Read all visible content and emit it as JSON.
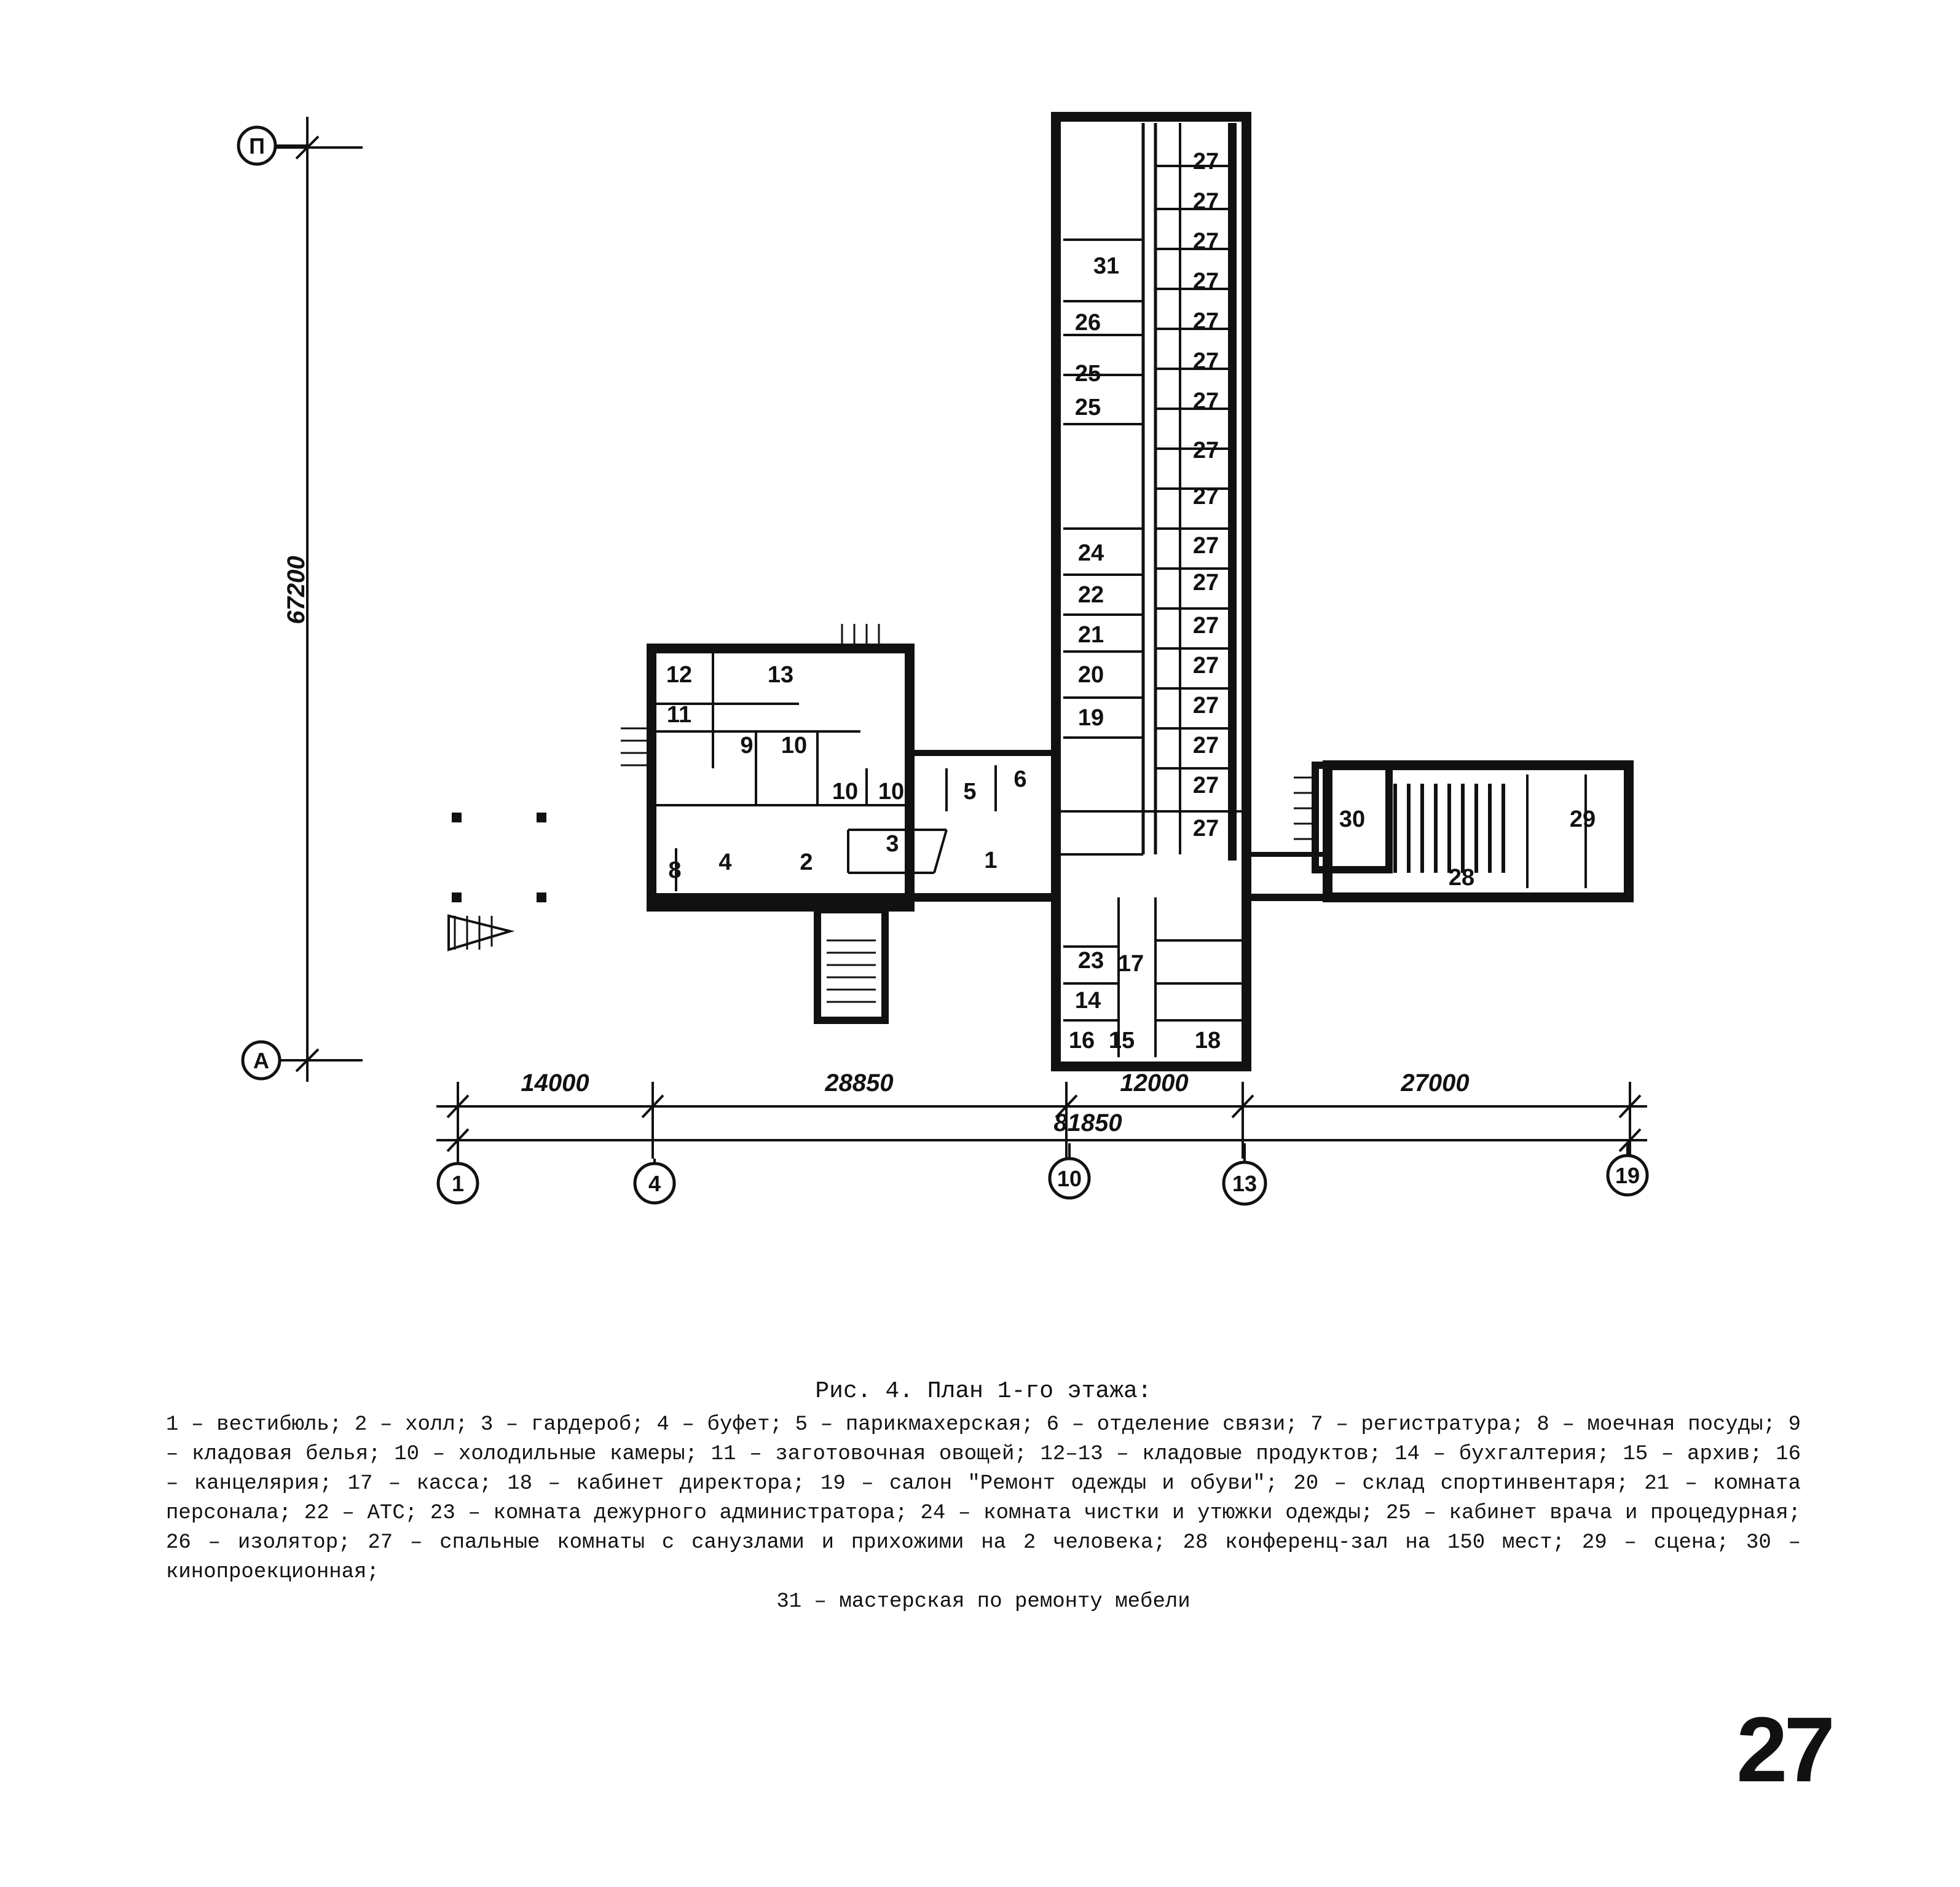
{
  "plan": {
    "rooms": [
      {
        "id": "r31",
        "n": "31"
      },
      {
        "id": "r26",
        "n": "26"
      },
      {
        "id": "r25a",
        "n": "25"
      },
      {
        "id": "r25b",
        "n": "25"
      },
      {
        "id": "r24",
        "n": "24"
      },
      {
        "id": "r22",
        "n": "22"
      },
      {
        "id": "r21",
        "n": "21"
      },
      {
        "id": "r20",
        "n": "20"
      },
      {
        "id": "r19",
        "n": "19"
      },
      {
        "id": "r12",
        "n": "12"
      },
      {
        "id": "r13",
        "n": "13"
      },
      {
        "id": "r11",
        "n": "11"
      },
      {
        "id": "r9",
        "n": "9"
      },
      {
        "id": "r10a",
        "n": "10"
      },
      {
        "id": "r10b",
        "n": "10"
      },
      {
        "id": "r10c",
        "n": "10"
      },
      {
        "id": "r5",
        "n": "5"
      },
      {
        "id": "r6",
        "n": "6"
      },
      {
        "id": "r3",
        "n": "3"
      },
      {
        "id": "r4",
        "n": "4"
      },
      {
        "id": "r2",
        "n": "2"
      },
      {
        "id": "r1",
        "n": "1"
      },
      {
        "id": "r8",
        "n": "8"
      },
      {
        "id": "r23",
        "n": "23"
      },
      {
        "id": "r17",
        "n": "17"
      },
      {
        "id": "r14",
        "n": "14"
      },
      {
        "id": "r16",
        "n": "16"
      },
      {
        "id": "r15",
        "n": "15"
      },
      {
        "id": "r18",
        "n": "18"
      },
      {
        "id": "r30",
        "n": "30"
      },
      {
        "id": "r29",
        "n": "29"
      },
      {
        "id": "r28",
        "n": "28"
      }
    ],
    "bedroom_label": "27",
    "bedroom_count": 17,
    "dimensions": {
      "vertical": "67200",
      "h1": "14000",
      "h2": "28850",
      "h3": "12000",
      "h4": "27000",
      "total": "81850"
    },
    "axes": {
      "p": "П",
      "a": "А",
      "c1": "1",
      "c4": "4",
      "c10": "10",
      "c13": "13",
      "c19": "19"
    }
  },
  "caption": {
    "title": "Рис. 4. План 1-го этажа:",
    "body": "1 – вестибюль; 2 – холл; 3 – гардероб; 4 – буфет; 5 – парикмахерская; 6 – отделение связи; 7 – регистратура; 8 – моечная посуды; 9 – кладовая белья; 10 – холодильные камеры; 11 – заготовочная овощей; 12–13 – кладовые продуктов; 14 – бухгалтерия; 15 – архив; 16 – канцелярия; 17 – касса; 18 – кабинет директора; 19 – салон \"Ремонт одежды и обуви\"; 20 – склад спортинвентаря; 21 – комната персонала; 22 – АТС; 23 – комната дежурного администратора; 24 – комната чистки и утюжки одежды; 25 – кабинет врача и процедурная; 26 – изолятор; 27 – спальные комнаты с санузлами и прихожими на 2 человека; 28 конференц-зал на 150 мест; 29 – сцена; 30 – кинопроекционная;",
    "last": "31 – мастерская по ремонту мебели"
  },
  "page_number": "27"
}
